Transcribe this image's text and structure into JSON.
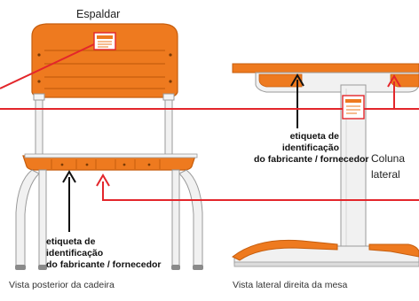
{
  "chair": {
    "title": "Espaldar",
    "label_lines": [
      "etiqueta de",
      "identificação",
      "do fabricante / fornecedor"
    ],
    "caption": "Vista posterior da cadeira"
  },
  "desk": {
    "label_lines": [
      "etiqueta de",
      "identificação",
      "do fabricante / fornecedor"
    ],
    "column_lines": [
      "Coluna",
      "lateral"
    ],
    "caption": "Vista lateral direita da mesa"
  },
  "colors": {
    "orange": "#EE7A1F",
    "orange_dark": "#C65E0E",
    "frame_fill": "#F1F1F1",
    "frame_stroke": "#9A9A9A",
    "red_line": "#E3262B",
    "black_arrow": "#111111"
  },
  "icons": [
    "arrow-up-icon",
    "tag-icon"
  ]
}
